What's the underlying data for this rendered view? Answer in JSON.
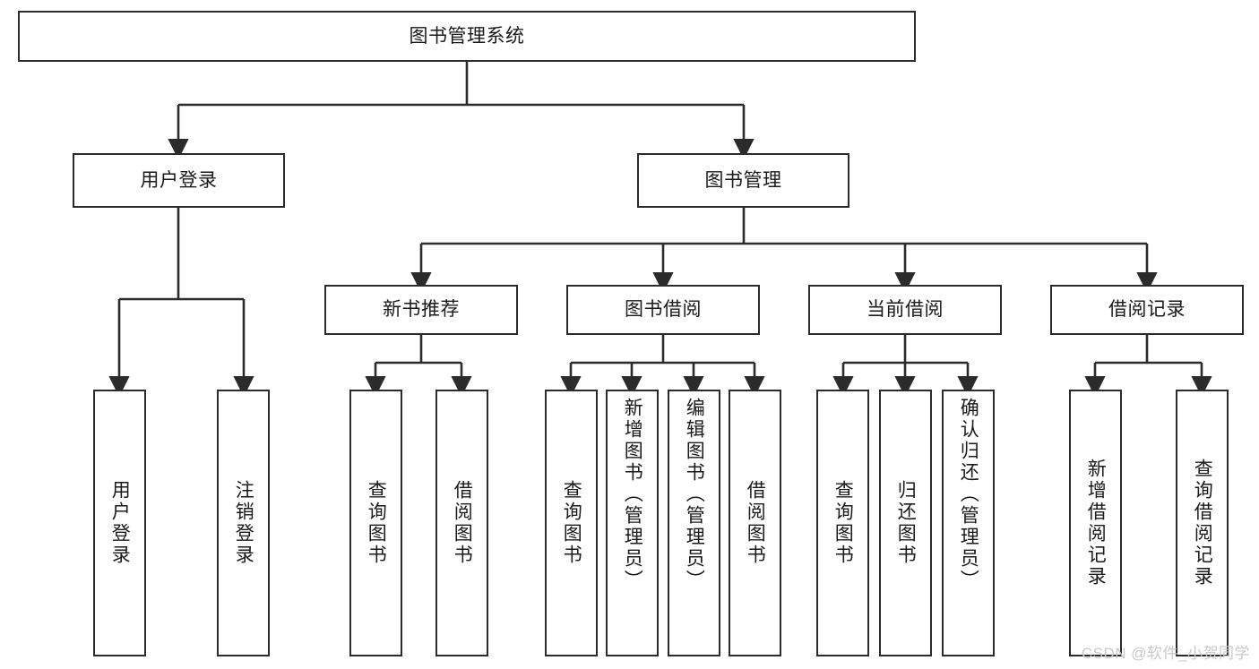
{
  "diagram": {
    "title_node": {
      "label": "图书管理系统"
    },
    "level2": [
      {
        "label": "用户登录"
      },
      {
        "label": "图书管理"
      }
    ],
    "level3": [
      {
        "label": "新书推荐"
      },
      {
        "label": "图书借阅"
      },
      {
        "label": "当前借阅"
      },
      {
        "label": "借阅记录"
      }
    ],
    "leaves": [
      {
        "label": "用户登录",
        "align": "centered"
      },
      {
        "label": "注销登录",
        "align": "centered"
      },
      {
        "label": "查询图书",
        "align": "centered"
      },
      {
        "label": "借阅图书",
        "align": "centered"
      },
      {
        "label": "查询图书",
        "align": "centered"
      },
      {
        "label": "新增图书（管理员）",
        "align": "top"
      },
      {
        "label": "编辑图书（管理员）",
        "align": "top"
      },
      {
        "label": "借阅图书",
        "align": "centered"
      },
      {
        "label": "查询图书",
        "align": "centered"
      },
      {
        "label": "归还图书",
        "align": "centered"
      },
      {
        "label": "确认归还（管理员）",
        "align": "top"
      },
      {
        "label": "新增借阅记录",
        "align": "centered"
      },
      {
        "label": "查询借阅记录",
        "align": "centered"
      }
    ]
  },
  "watermark": {
    "text": "CSDN @软件_小贺同学"
  },
  "colors": {
    "stroke": "#2b2b2b",
    "fill": "#ffffff",
    "text": "#1a1a1a",
    "watermark": "#c9c9c9"
  }
}
